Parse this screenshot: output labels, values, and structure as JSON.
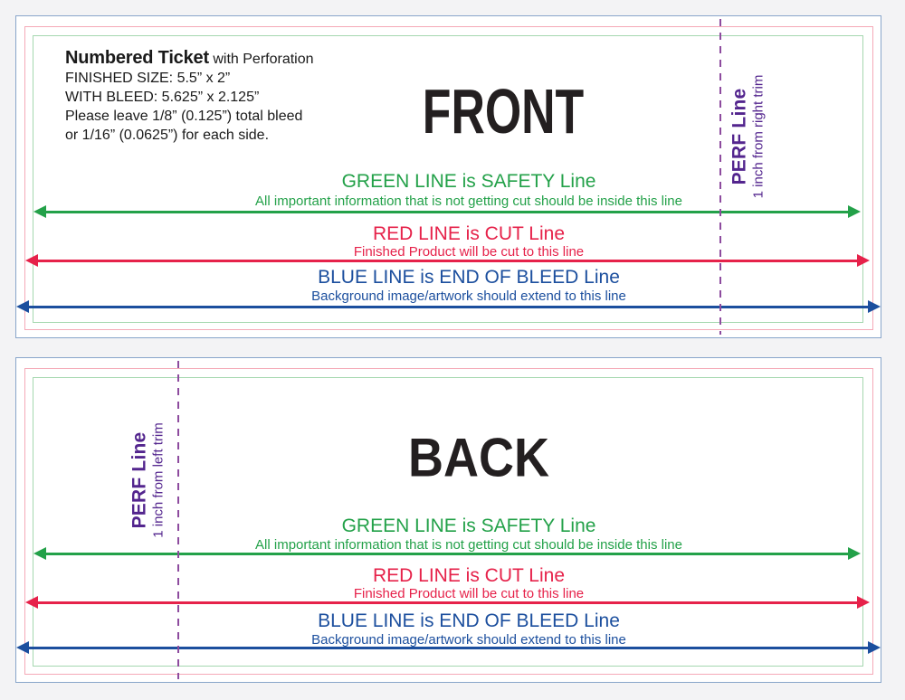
{
  "front": {
    "title": "FRONT",
    "info": {
      "product_bold": "Numbered Ticket",
      "product_rest": "with Perforation",
      "lines": [
        "FINISHED SIZE: 5.5” x 2”",
        "WITH BLEED:  5.625” x 2.125”",
        "Please leave 1/8” (0.125”) total bleed",
        "or 1/16” (0.0625”) for each side."
      ]
    },
    "perf": {
      "label": "PERF Line",
      "sub": "1 inch from right trim"
    }
  },
  "back": {
    "title": "BACK",
    "perf": {
      "label": "PERF Line",
      "sub": "1 inch from left trim"
    }
  },
  "guides": {
    "green": {
      "label": "GREEN LINE is SAFETY Line",
      "sub": "All important information that is not getting cut should be inside this line"
    },
    "red": {
      "label": "RED LINE is CUT Line",
      "sub": "Finished Product will be cut to this line"
    },
    "blue": {
      "label": "BLUE LINE is END OF BLEED Line",
      "sub": "Background image/artwork should extend to this line"
    }
  },
  "colors": {
    "safety_green": "#23a149",
    "cut_red": "#e6224a",
    "bleed_blue": "#1c4f9e",
    "rect_green": "#a5d7af",
    "rect_pink": "#f5a9b7",
    "rect_blue": "#88a5ca",
    "perf_purple": "#53258e",
    "perf_dash": "#8d4b9e",
    "canvas_bg": "#f3f3f5",
    "ink": "#231f20"
  }
}
